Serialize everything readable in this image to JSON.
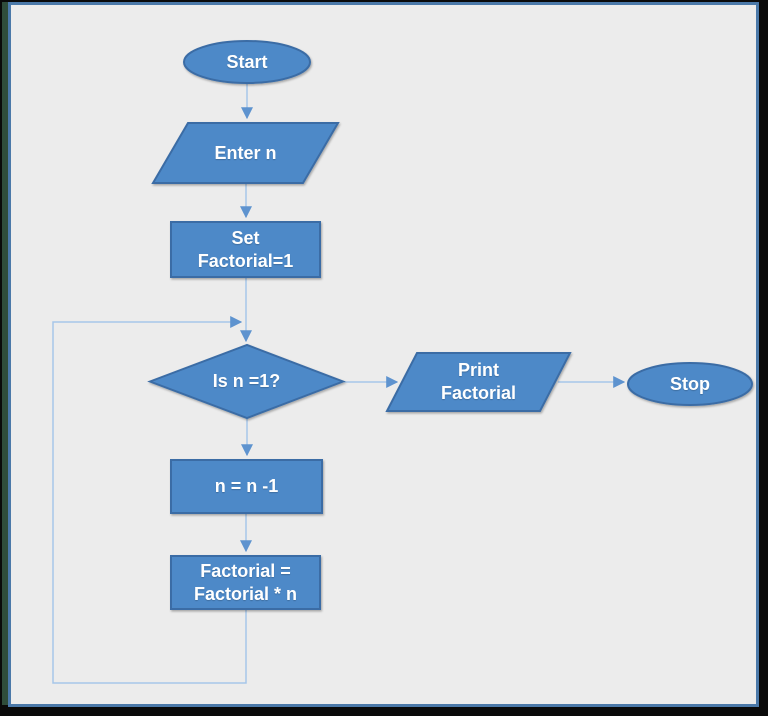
{
  "diagram_type": "flowchart",
  "nodes": {
    "start": {
      "label": "Start",
      "shape": "terminator-oval"
    },
    "enter_n": {
      "label": "Enter n",
      "shape": "input-parallelogram"
    },
    "set_factorial": {
      "label": "Set\nFactorial=1",
      "shape": "process-rectangle"
    },
    "is_n_1": {
      "label": "Is n =1?",
      "shape": "decision-diamond"
    },
    "print_factorial": {
      "label": "Print\nFactorial",
      "shape": "output-parallelogram"
    },
    "stop": {
      "label": "Stop",
      "shape": "terminator-oval"
    },
    "decrement_n": {
      "label": "n = n -1",
      "shape": "process-rectangle"
    },
    "multiply_factorial": {
      "label": "Factorial =\nFactorial * n",
      "shape": "process-rectangle"
    }
  },
  "edges": [
    {
      "from": "start",
      "to": "enter_n",
      "label": ""
    },
    {
      "from": "enter_n",
      "to": "set_factorial",
      "label": ""
    },
    {
      "from": "set_factorial",
      "to": "is_n_1",
      "label": ""
    },
    {
      "from": "is_n_1",
      "to": "print_factorial",
      "label": ""
    },
    {
      "from": "print_factorial",
      "to": "stop",
      "label": ""
    },
    {
      "from": "is_n_1",
      "to": "decrement_n",
      "label": ""
    },
    {
      "from": "decrement_n",
      "to": "multiply_factorial",
      "label": ""
    },
    {
      "from": "multiply_factorial",
      "to": "is_n_1",
      "label": "",
      "route": "loop-left"
    }
  ],
  "colors": {
    "shape_fill": "#4e89c8",
    "shape_border": "#3a6ca5",
    "shape_text": "#ffffff",
    "connector_line": "#a6c6e9",
    "arrowhead": "#5e93cf",
    "slide_background": "#ececec",
    "slide_border": "#4b79a9",
    "frame_green": "#2f4d3b",
    "frame_black": "#0a0a0a"
  }
}
